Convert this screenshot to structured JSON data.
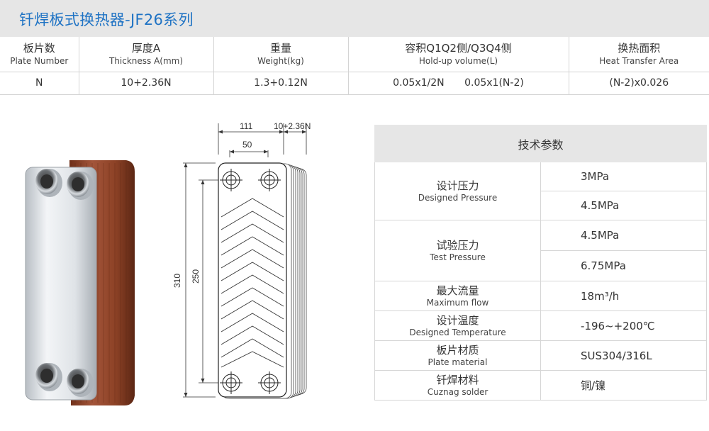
{
  "title": "钎焊板式换热器-JF26系列",
  "spec_table": {
    "headers": [
      {
        "zh": "板片数",
        "en": "Plate Number"
      },
      {
        "zh": "厚度A",
        "en": "Thickness A(mm)"
      },
      {
        "zh": "重量",
        "en": "Weight(kg)"
      },
      {
        "zh": "容积Q1Q2侧/Q3Q4侧",
        "en": "Hold-up volume(L)"
      },
      {
        "zh": "换热面积",
        "en": "Heat Transfer Area"
      }
    ],
    "values": [
      "N",
      "10+2.36N",
      "1.3+0.12N",
      "0.05x1/2N",
      "0.05x1(N-2)",
      "(N-2)x0.026"
    ]
  },
  "drawing": {
    "dim_width": "111",
    "dim_thickness": "10+2.36N",
    "dim_port_spacing": "50",
    "dim_height": "310",
    "dim_port_height": "250"
  },
  "params": {
    "header": "技术参数",
    "rows": [
      {
        "zh": "设计压力",
        "en": "Designed Pressure",
        "values": [
          "3MPa",
          "4.5MPa"
        ]
      },
      {
        "zh": "试验压力",
        "en": "Test Pressure",
        "values": [
          "4.5MPa",
          "6.75MPa"
        ]
      },
      {
        "zh": "最大流量",
        "en": "Maximum flow",
        "values": [
          "18m³/h"
        ]
      },
      {
        "zh": "设计温度",
        "en": "Designed Temperature",
        "values": [
          "-196~+200℃"
        ]
      },
      {
        "zh": "板片材质",
        "en": "Plate material",
        "values": [
          "SUS304/316L"
        ]
      },
      {
        "zh": "钎焊材料",
        "en": "Cuznag solder",
        "values": [
          "铜/镍"
        ]
      }
    ]
  },
  "colors": {
    "title": "#1f73c4",
    "header_bg": "#e6e6e6",
    "copper": "#9a4a2a",
    "steel": "#d9dde1"
  }
}
